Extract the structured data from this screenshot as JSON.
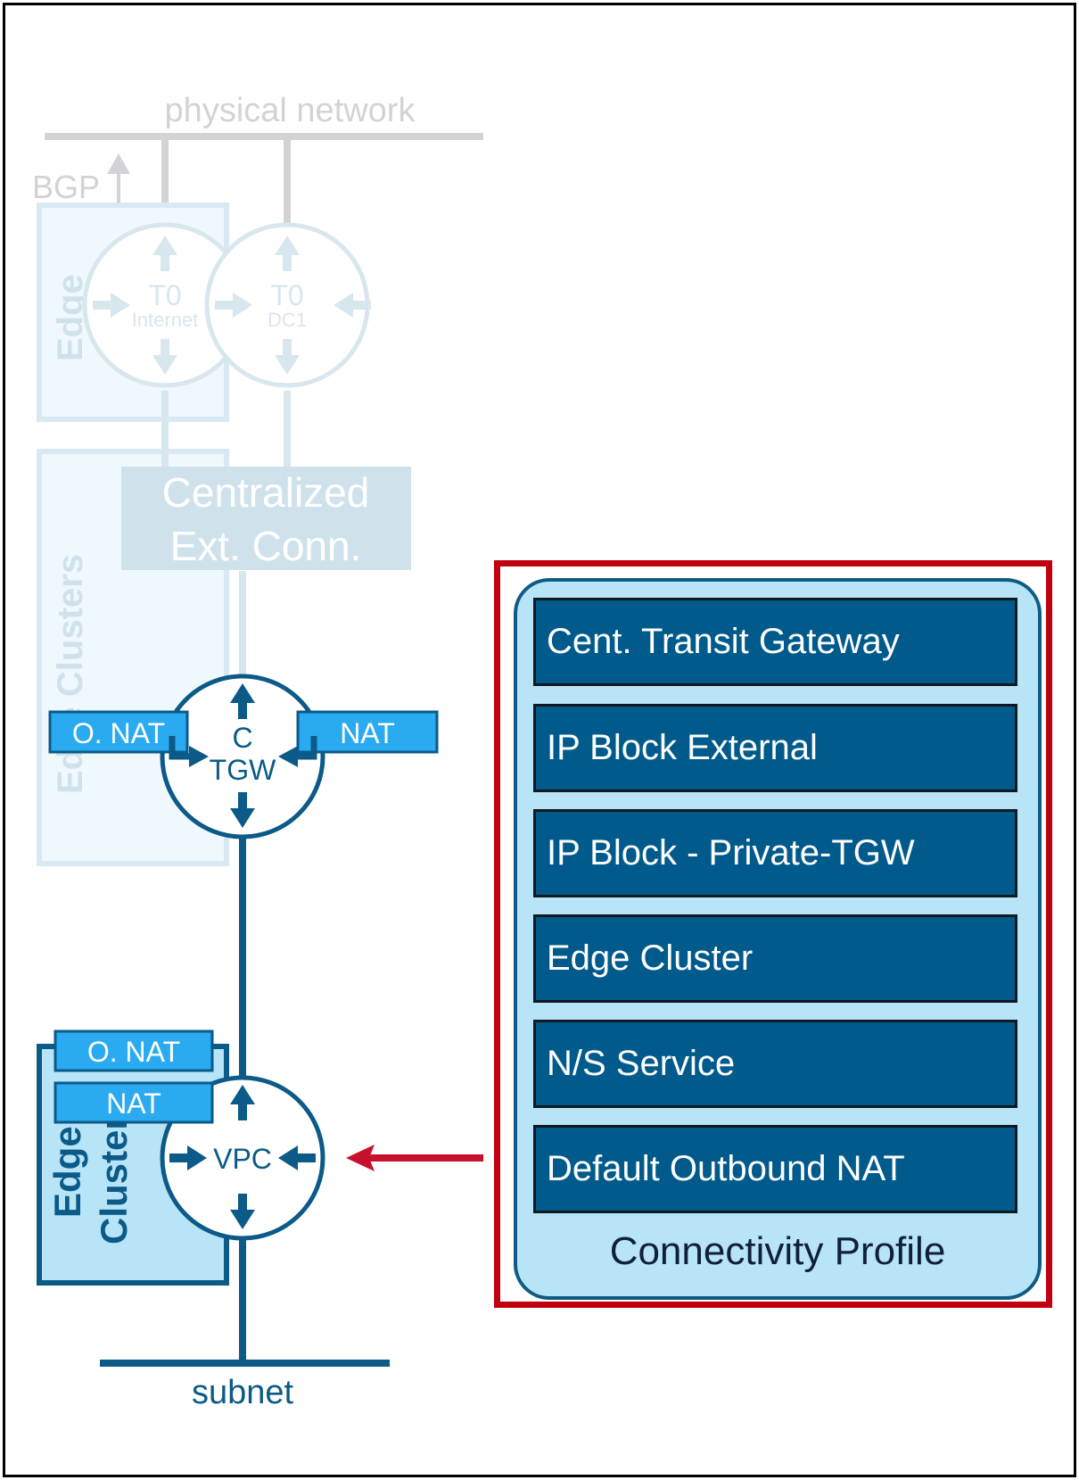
{
  "diagram": {
    "physical_network_label": "physical network",
    "bgp_label": "BGP",
    "edge_cluster_top_label": "Edge",
    "edge_clusters_label": "Edge Clusters",
    "t0_internet": {
      "title": "T0",
      "subtitle": "Internet"
    },
    "t0_dc1": {
      "title": "T0",
      "subtitle": "DC1"
    },
    "centralized_ext_conn": {
      "line1": "Centralized",
      "line2": "Ext. Conn."
    },
    "ctgw": {
      "line1": "C",
      "line2": "TGW"
    },
    "ctgw_onat_label": "O. NAT",
    "ctgw_nat_label": "NAT",
    "vpc_label": "VPC",
    "vpc_onat_label": "O. NAT",
    "vpc_nat_label": "NAT",
    "vpc_edge_cluster_label": {
      "line1": "Edge",
      "line2": "Cluster"
    },
    "subnet_label": "subnet"
  },
  "connectivity_profile": {
    "caption": "Connectivity Profile",
    "items": [
      "Cent. Transit Gateway",
      "IP Block External",
      "IP Block - Private-TGW",
      "Edge Cluster",
      "N/S Service",
      "Default Outbound NAT"
    ]
  },
  "colors": {
    "faded_gray": "#d3d3d6",
    "faded_blue": "#cfe2ec",
    "faded_fill": "#eef8fd",
    "active_blue": "#0b5a88",
    "nat_blue": "#2aaaf0",
    "highlight_red": "#c0000f"
  }
}
